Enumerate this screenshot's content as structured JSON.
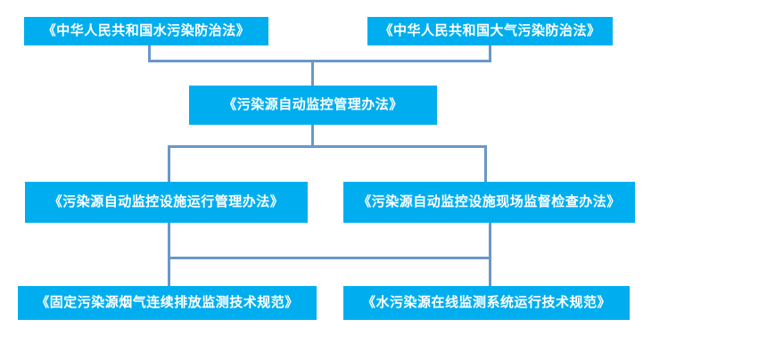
{
  "diagram": {
    "type": "hierarchy-flowchart",
    "title": "",
    "theme": {
      "node_fill": "#00AEEF",
      "node_text": "#FFFFFF",
      "connector": "#6B97C9",
      "background": "#FFFFFF"
    },
    "levels": [
      {
        "level": 1,
        "nodes": [
          {
            "id": "law-water",
            "label": "《中华人民共和国水污染防治法》"
          },
          {
            "id": "law-air",
            "label": "《中华人民共和国大气污染防治法》"
          }
        ]
      },
      {
        "level": 2,
        "nodes": [
          {
            "id": "measure-auto-monitor",
            "label": "《污染源自动监控管理办法》"
          }
        ]
      },
      {
        "level": 3,
        "nodes": [
          {
            "id": "measure-facility-operation",
            "label": "《污染源自动监控设施运行管理办法》"
          },
          {
            "id": "measure-onsite-inspection",
            "label": "《污染源自动监控设施现场监督检查办法》"
          }
        ]
      },
      {
        "level": 4,
        "nodes": [
          {
            "id": "spec-flue-gas-cems",
            "label": "《固定污染源烟气连续排放监测技术规范》"
          },
          {
            "id": "spec-water-online",
            "label": "《水污染源在线监测系统运行技术规范》"
          }
        ]
      }
    ]
  }
}
